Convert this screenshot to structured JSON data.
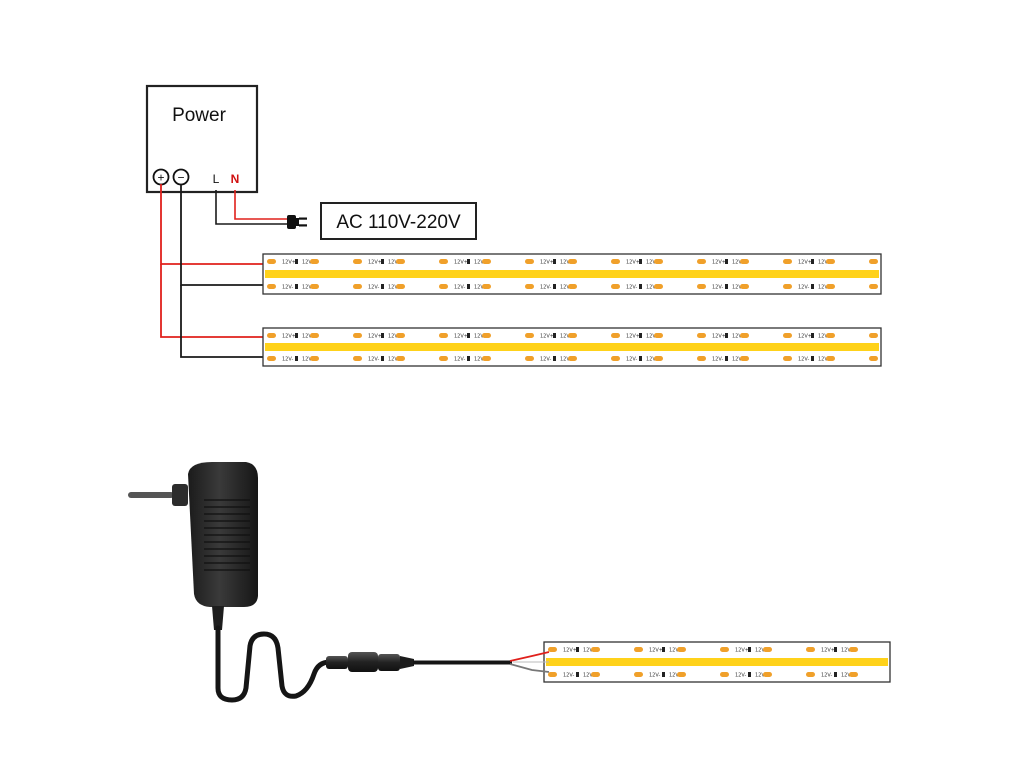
{
  "power_box": {
    "title": "Power",
    "plus_terminal": "+",
    "minus_terminal": "−",
    "line_terminal": "L",
    "neutral_terminal": "N"
  },
  "ac_input": {
    "label": "AC 110V-220V"
  },
  "strip": {
    "top_marking": "12V+",
    "bottom_marking": "12V-"
  },
  "colors": {
    "positive_wire": "#e0201c",
    "negative_wire": "#1a1a1a",
    "neutral_label": "#d01010",
    "cob_glow": "#ffd21a",
    "led_pad": "#f0a02a",
    "adapter_body": "#2a2a2a"
  },
  "icons": [
    "plug-icon",
    "wall-adapter-icon",
    "dc-connector-icon"
  ]
}
